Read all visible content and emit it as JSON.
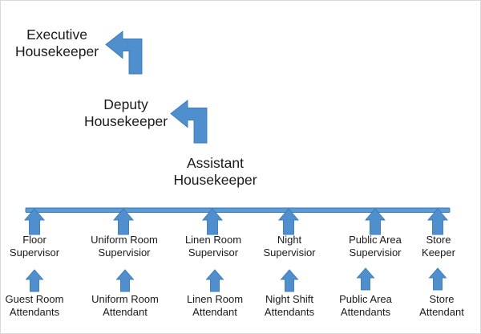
{
  "diagram": {
    "title_nodes": [
      {
        "id": "executive",
        "label": "Executive\nHousekeeper"
      },
      {
        "id": "deputy",
        "label": "Deputy\nHousekeeper"
      },
      {
        "id": "assistant",
        "label": "Assistant\nHousekeeper"
      }
    ],
    "supervisors": [
      {
        "id": "floor-supervisor",
        "label": "Floor\nSupervisor"
      },
      {
        "id": "uniform-room-supervisor",
        "label": "Uniform Room\nSupervisior"
      },
      {
        "id": "linen-room-supervisor",
        "label": "Linen Room\nSupervisor"
      },
      {
        "id": "night-supervisor",
        "label": "Night\nSupervisior"
      },
      {
        "id": "public-area-supervisor",
        "label": "Public Area\nSupervisior"
      },
      {
        "id": "store-keeper",
        "label": "Store\nKeeper"
      }
    ],
    "attendants": [
      {
        "id": "guest-room-attendants",
        "label": "Guest Room\nAttendants"
      },
      {
        "id": "uniform-room-attendant",
        "label": "Uniform Room\nAttendant"
      },
      {
        "id": "linen-room-attendant",
        "label": "Linen Room\nAttendant"
      },
      {
        "id": "night-shift-attendants",
        "label": "Night Shift\nAttendants"
      },
      {
        "id": "public-area-attendants",
        "label": "Public Area\nAttendants"
      },
      {
        "id": "store-attendant",
        "label": "Store\nAttendant"
      }
    ],
    "colors": {
      "arrow_fill": "#4f8fce",
      "arrow_stroke": "#3c7ab8",
      "bar_fill": "#5b9bd5",
      "text": "#1a1a1a",
      "background": "#ffffff"
    }
  }
}
